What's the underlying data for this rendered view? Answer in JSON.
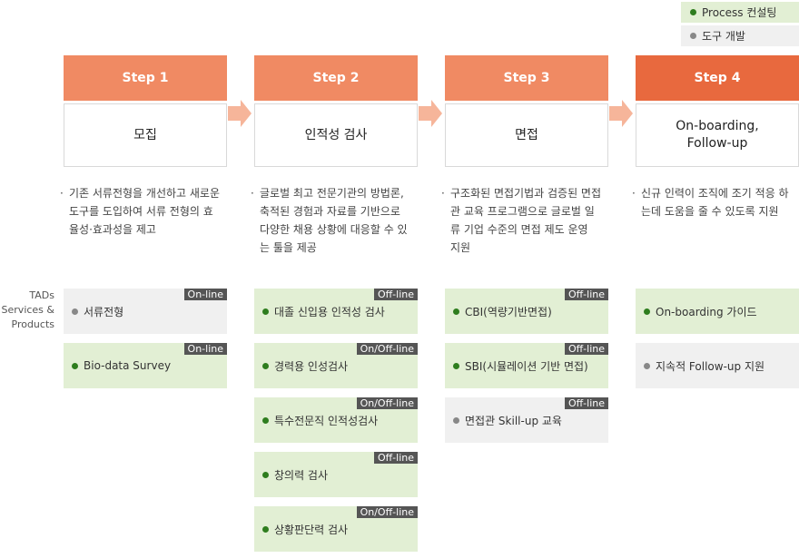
{
  "legend": {
    "items": [
      {
        "label": "Process 컨설팅",
        "color": "#2e7d1e"
      },
      {
        "label": "도구 개발",
        "color": "#888888"
      }
    ]
  },
  "colors": {
    "step_header": "#f08a63",
    "step_header_active": "#e8693e",
    "consulting_bg": "#e2efd4",
    "tool_bg": "#f0f0f0",
    "badge": "#555555"
  },
  "steps": [
    {
      "header": "Step 1",
      "title": "모집",
      "desc": "기존 서류전형을 개선하고 새로운 도구를 도입하여 서류 전형의 효율성·효과성을 제고",
      "products": [
        {
          "label": "서류전형",
          "badge": "On-line",
          "type": "tool"
        },
        {
          "label": "Bio-data Survey",
          "badge": "On-line",
          "type": "consulting"
        }
      ]
    },
    {
      "header": "Step 2",
      "title": "인적성 검사",
      "desc": "글로벌 최고 전문기관의 방법론, 축적된 경험과 자료를 기반으로 다양한 채용 상황에 대응할 수 있는 툴을 제공",
      "products": [
        {
          "label": "대졸 신입용 인적성 검사",
          "badge": "Off-line",
          "type": "consulting"
        },
        {
          "label": "경력용 인성검사",
          "badge": "On/Off-line",
          "type": "consulting"
        },
        {
          "label": "특수전문직 인적성검사",
          "badge": "On/Off-line",
          "type": "consulting"
        },
        {
          "label": "창의력 검사",
          "badge": "Off-line",
          "type": "consulting"
        },
        {
          "label": "상황판단력 검사",
          "badge": "On/Off-line",
          "type": "consulting"
        }
      ]
    },
    {
      "header": "Step 3",
      "title": "면접",
      "desc": "구조화된 면접기법과 검증된 면접관 교육 프로그램으로 글로벌 일류 기업 수준의 면접 제도 운영 지원",
      "products": [
        {
          "label": "CBI(역량기반면접)",
          "badge": "Off-line",
          "type": "consulting"
        },
        {
          "label": "SBI(시뮬레이션 기반 면접)",
          "badge": "Off-line",
          "type": "consulting"
        },
        {
          "label": "면접관 Skill-up 교육",
          "badge": "Off-line",
          "type": "tool"
        }
      ]
    },
    {
      "header": "Step 4",
      "title": "On-boarding,\nFollow-up",
      "desc": "신규 인력이 조직에 조기 적응 하는데 도움을 줄 수 있도록 지원",
      "products": [
        {
          "label": "On-boarding 가이드",
          "badge": "",
          "type": "consulting"
        },
        {
          "label": "지속적 Follow-up 지원",
          "badge": "",
          "type": "tool"
        }
      ]
    }
  ],
  "side_label": "TADs\nServices &\nProducts",
  "bullet_char": "·"
}
